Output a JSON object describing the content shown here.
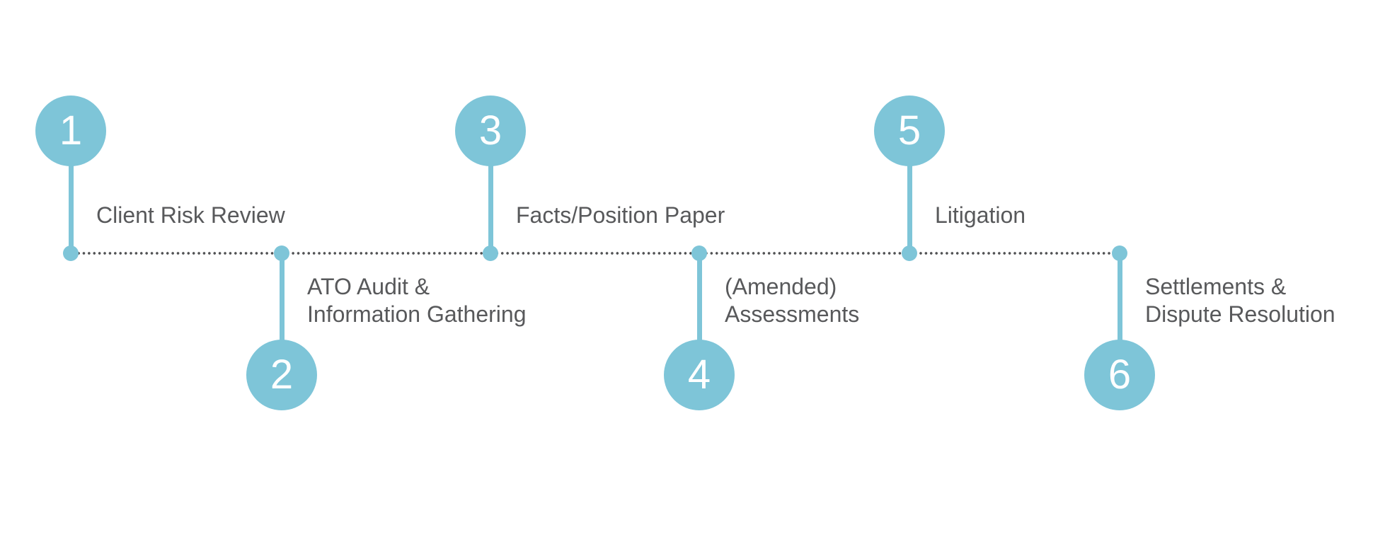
{
  "diagram": {
    "type": "timeline",
    "accent_color": "#7ec5d8",
    "line_color": "#515254",
    "text_color": "#58595b",
    "background_color": "#ffffff",
    "steps": [
      {
        "number": "1",
        "position": "above",
        "label_lines": [
          "Client Risk Review"
        ]
      },
      {
        "number": "2",
        "position": "below",
        "label_lines": [
          "ATO Audit &",
          "Information Gathering"
        ]
      },
      {
        "number": "3",
        "position": "above",
        "label_lines": [
          "Facts/Position Paper"
        ]
      },
      {
        "number": "4",
        "position": "below",
        "label_lines": [
          "(Amended)",
          "Assessments"
        ]
      },
      {
        "number": "5",
        "position": "above",
        "label_lines": [
          "Litigation"
        ]
      },
      {
        "number": "6",
        "position": "below",
        "label_lines": [
          "Settlements &",
          "Dispute Resolution"
        ]
      }
    ]
  }
}
